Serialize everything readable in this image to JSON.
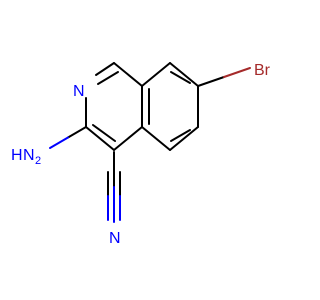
{
  "molecule": {
    "colors": {
      "bond": "#000000",
      "nitrogen": "#0000ff",
      "bromine": "#a52a2a",
      "background": "#ffffff"
    },
    "labels": {
      "ring_nitrogen": "N",
      "amine_n": "N",
      "amine_h": "H",
      "amine_subscript": "2",
      "nitrile_nitrogen": "N",
      "bromine": "Br"
    }
  }
}
